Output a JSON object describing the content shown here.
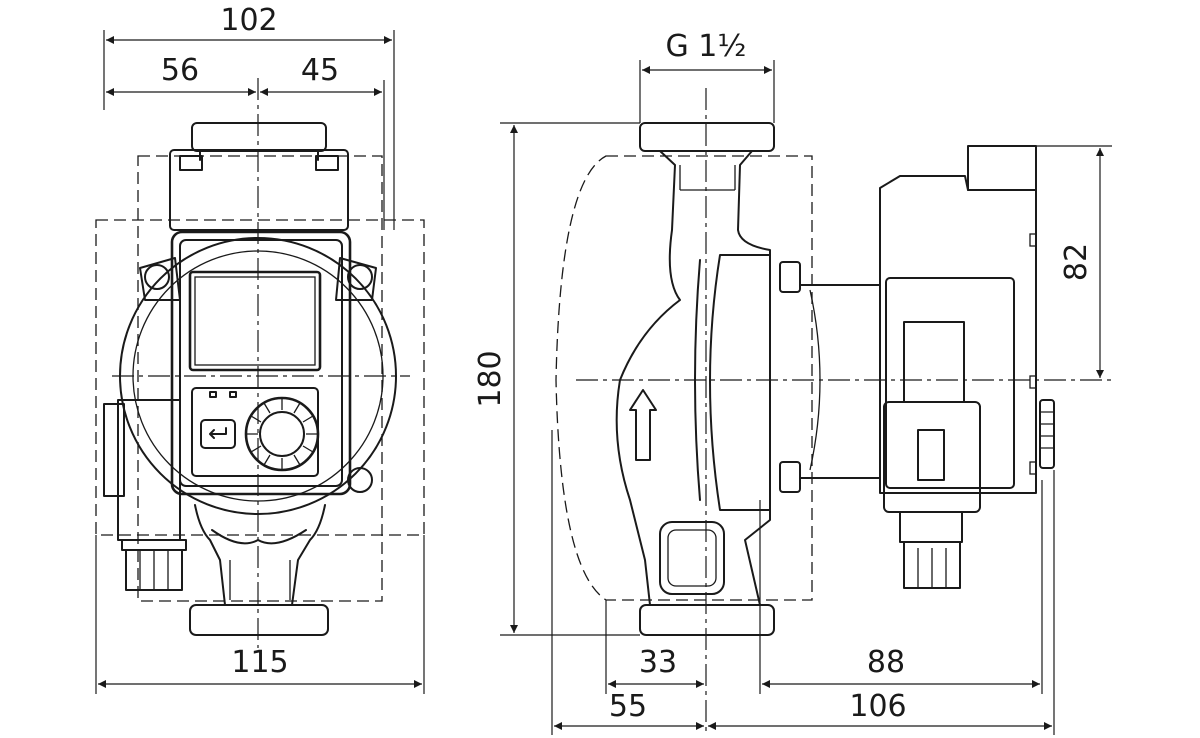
{
  "front_view": {
    "dim_overall_width_top": "102",
    "dim_left_to_center": "56",
    "dim_center_to_right": "45",
    "dim_overall_width_bottom": "115"
  },
  "side_view": {
    "dim_thread": "G 1½",
    "dim_height": "180",
    "dim_module_height": "82",
    "dim_inlet_offset": "33",
    "dim_body_to_back": "88",
    "dim_front_to_center": "55",
    "dim_center_to_back": "106"
  },
  "colors": {
    "line": "#1a1a1a",
    "background": "#ffffff"
  }
}
